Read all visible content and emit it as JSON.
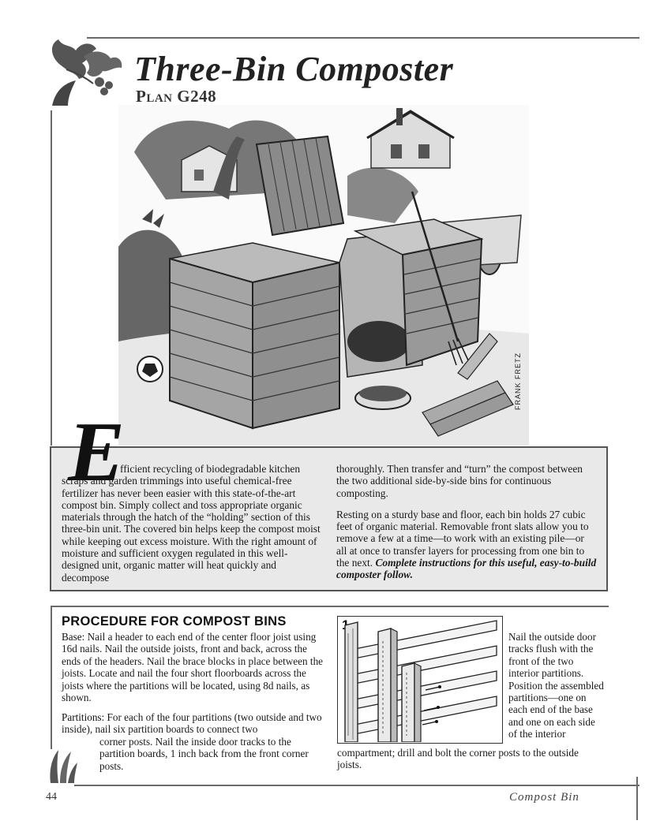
{
  "header": {
    "title": "Three-Bin Composter",
    "plan": "Plan G248"
  },
  "illustration": {
    "credit": "FRANK FRETZ"
  },
  "intro": {
    "dropcap": "E",
    "col1": "fficient recycling of biodegradable kitchen scraps and garden trimmings into useful chemical-free fertilizer has never been easier with this state-of-the-art compost bin. Simply collect and toss appropriate organic materials through the hatch of the “holding” section of this three-bin unit. The covered bin helps keep the compost moist while keeping out excess moisture. With the right amount of moisture and sufficient oxygen regulated in this well-designed unit, organic matter will heat quickly and decompose",
    "col2_p1": "thoroughly. Then transfer and “turn” the compost between the two additional side-by-side bins for continuous composting.",
    "col2_p2": "Resting on a sturdy base and floor, each bin holds 27 cubic feet of organic material. Removable front slats allow you to remove a few at a time—to work with an existing pile—or all at once to transfer layers for processing from one bin to the next.",
    "col2_p2_bold": "Complete instructions for this useful, easy-to-build composter follow."
  },
  "procedure": {
    "title": "PROCEDURE FOR COMPOST BINS",
    "base_label": "Base:",
    "base_text": "Nail a header to each end of the center floor joist using 16d nails. Nail the outside joists, front and back, across the ends of the headers. Nail the brace blocks in place between the joists. Locate and nail the four short floorboards across the joists where the partitions will be located, using 8d nails, as shown.",
    "partitions_label": "Partitions:",
    "partitions_text_a": "For each of the four partitions (two outside and two inside), nail six partition boards to connect two",
    "partitions_text_b": "corner posts. Nail the inside door tracks to the partition boards, 1 inch back from the front corner posts.",
    "figure_number": "1",
    "figure_caption_a": "Nail the outside door tracks flush with the front of the two interior partitions. Position the assembled partitions—one on each end of the base and one on each side of the interior",
    "figure_caption_b": "compartment; drill and bolt the corner posts to the outside joists."
  },
  "footer": {
    "page_number": "44",
    "running_title": "Compost Bin"
  }
}
